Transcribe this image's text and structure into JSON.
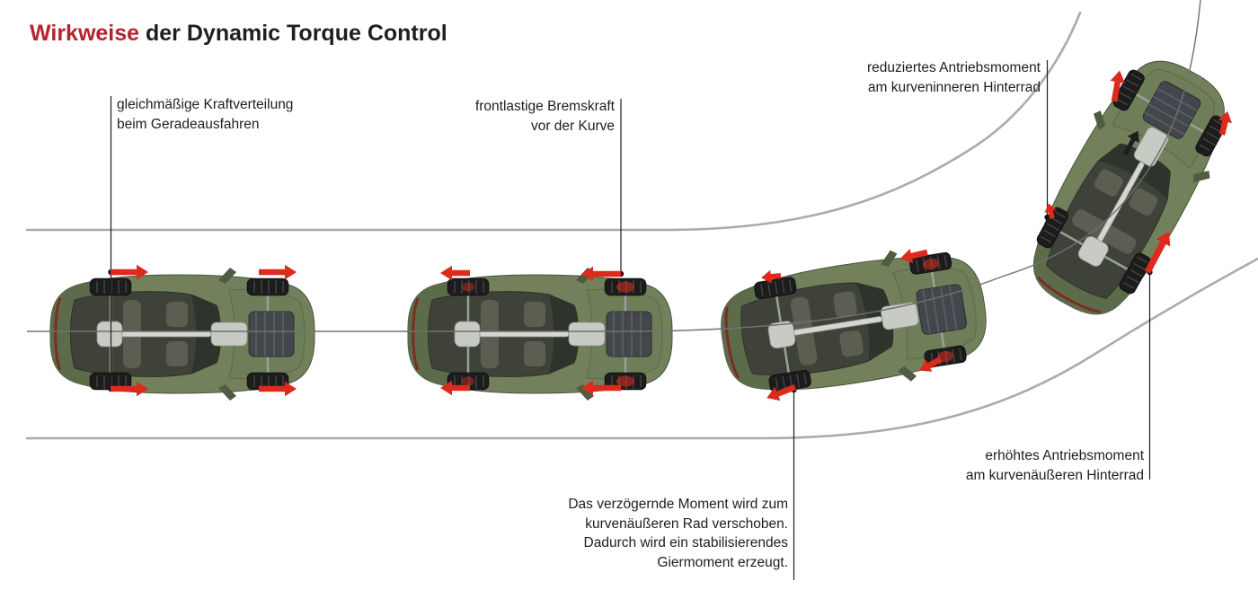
{
  "title": {
    "highlight": "Wirkweise",
    "rest": " der Dynamic Torque Control"
  },
  "annotations": {
    "even_distribution": {
      "line1": "gleichmäßige Kraftverteilung",
      "line2": "beim Geradeausfahren"
    },
    "front_braking": {
      "line1": "frontlastige Bremskraft",
      "line2": "vor der Kurve"
    },
    "reduced_torque": {
      "line1": "reduziertes Antriebsmoment",
      "line2": "am kurveninneren Hinterrad"
    },
    "increased_torque": {
      "line1": "erhöhtes Antriebsmoment",
      "line2": "am kurvenäußeren Hinterrad"
    },
    "yaw_moment": {
      "line1": "Das verzögernde Moment wird zum",
      "line2": "kurvenäußeren Rad verschoben.",
      "line3": "Dadurch wird ein stabilisierendes",
      "line4": "Giermoment erzeugt."
    }
  },
  "colors": {
    "background": "#ffffff",
    "text": "#1e1e1c",
    "title_red": "#b42430",
    "arrow_red": "#dc2a1c",
    "road_edge": "#ababab",
    "road_center": "#707070",
    "car_green": "#72815c"
  }
}
